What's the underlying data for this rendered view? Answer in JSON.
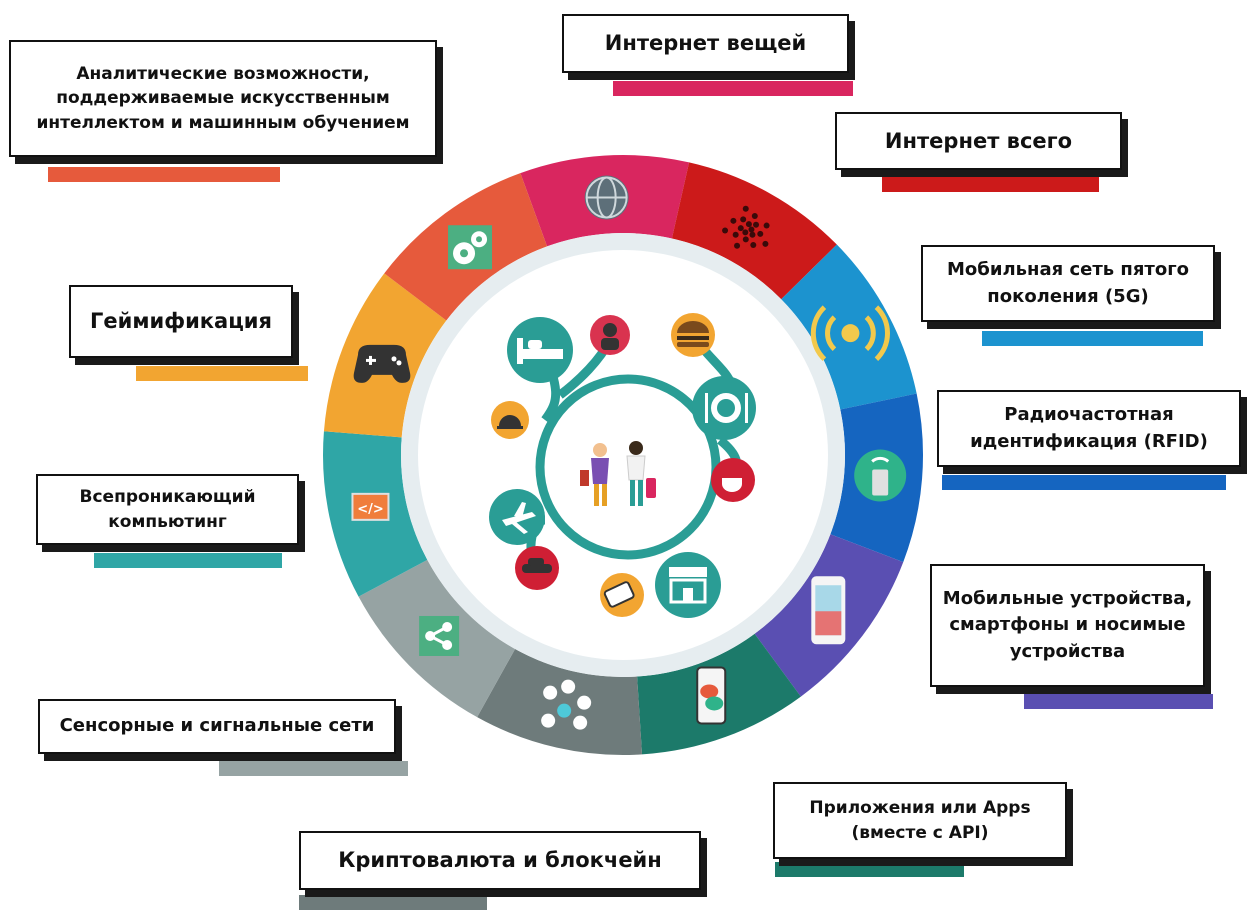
{
  "labels": {
    "ai": "Аналитические возможности, поддерживаемые искусственным интеллектом и машинным обучением",
    "iot": "Интернет вещей",
    "ioe": "Интернет всего",
    "fiveg": "Мобильная сеть пятого поколения (5G)",
    "rfid": "Радиочастотная идентификация (RFID)",
    "mobile": "Мобильные устройства, смартфоны и носимые устройства",
    "apps": "Приложения или Apps (вместе с API)",
    "crypto": "Криптовалюта и блокчейн",
    "sensor": "Сенсорные и сигнальные сети",
    "pervasive": "Всепроникающий компьютинг",
    "gamification": "Геймификация"
  },
  "segments": [
    {
      "key": "iot",
      "color": "#d9265f",
      "icon": "globe-icon"
    },
    {
      "key": "ioe",
      "color": "#cc1a1a",
      "icon": "dots-icon"
    },
    {
      "key": "fiveg",
      "color": "#1c93cf",
      "icon": "signal-icon"
    },
    {
      "key": "rfid",
      "color": "#1565c0",
      "icon": "rfid-phone-icon"
    },
    {
      "key": "mobile",
      "color": "#5a4fb2",
      "icon": "smartphone-icon"
    },
    {
      "key": "apps",
      "color": "#1c7a6a",
      "icon": "chat-phone-icon"
    },
    {
      "key": "crypto",
      "color": "#6e7b7b",
      "icon": "blockchain-icon"
    },
    {
      "key": "sensor",
      "color": "#96a3a3",
      "icon": "share-icon"
    },
    {
      "key": "pervasive",
      "color": "#2fa6a6",
      "icon": "code-icon"
    },
    {
      "key": "gamification",
      "color": "#f2a531",
      "icon": "gamepad-icon"
    },
    {
      "key": "ai",
      "color": "#e65a3c",
      "icon": "gears-icon"
    }
  ],
  "bar_colors": {
    "ai": "#e65a3c",
    "iot": "#d9265f",
    "ioe": "#cc1a1a",
    "fiveg": "#1c93cf",
    "rfid": "#1565c0",
    "mobile": "#5a4fb2",
    "apps": "#1c7a6a",
    "crypto": "#6e7b7b",
    "sensor": "#96a3a3",
    "pervasive": "#2fa6a6",
    "gamification": "#f2a531"
  },
  "hub_icons": [
    "bed-icon",
    "robber-icon",
    "burger-icon",
    "dining-icon",
    "coffee-icon",
    "shop-icon",
    "sale-tag-icon",
    "car-icon",
    "airplane-icon",
    "bell-icon",
    "travelers-icon"
  ]
}
